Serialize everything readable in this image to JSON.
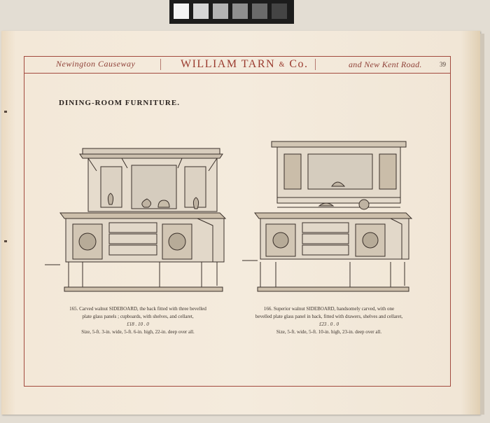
{
  "header": {
    "left": "Newington Causeway",
    "center": "WILLIAM TARN",
    "amp": "&",
    "center_suffix": "Co.",
    "right": "and New Kent Road.",
    "page_number": "39"
  },
  "title": "DINING-ROOM FURNITURE.",
  "items": [
    {
      "line1": "165. Carved walnut SIDEBOARD, the back fitted with three bevelled",
      "line2": "plate glass panels ; cupboards, with shelves, and cellaret,",
      "price": "£18 . 10 . 0",
      "size": "Size, 5-ft. 3-in. wide, 5-ft. 6-in. high, 22-in. deep over all."
    },
    {
      "line1": "166. Superior walnut SIDEBOARD, handsomely carved, with one",
      "line2": "bevelled plate glass panel in back, fitted with drawers, shelves and cellaret,",
      "price": "£23 . 0 . 0",
      "size": "Size, 5-ft. wide, 5-ft. 10-in. high, 23-in. deep over all."
    }
  ],
  "colors": {
    "border": "#a24a3e",
    "header_text": "#9a3a2e",
    "ink": "#3b322c",
    "paper": "#f4ebdd"
  }
}
